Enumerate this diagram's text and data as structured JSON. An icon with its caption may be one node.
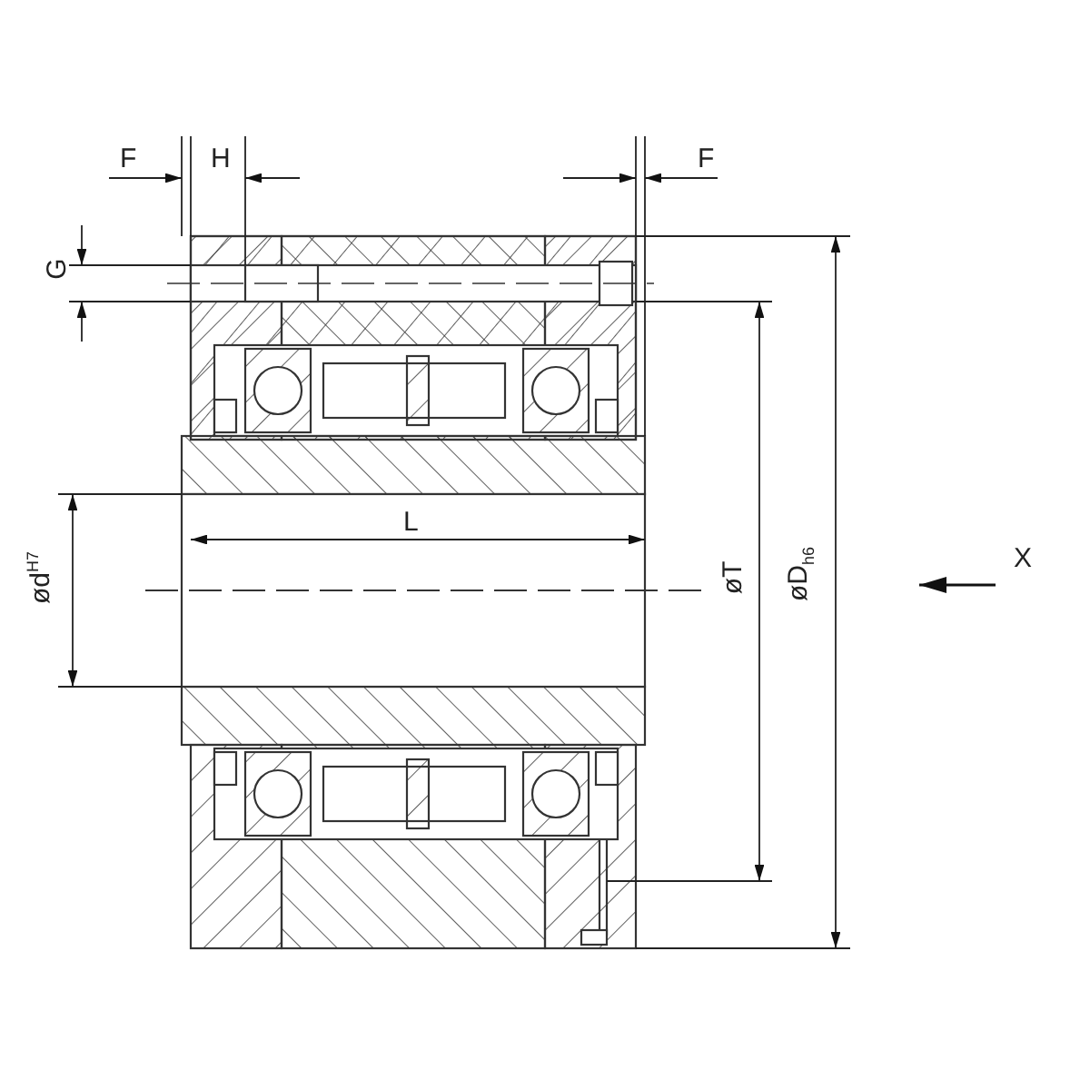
{
  "diagram": {
    "labels": [
      "F",
      "H",
      "F",
      "G",
      "L",
      "ød$^{H7}$",
      "øT",
      "øD$_{h6}$",
      "X"
    ]
  }
}
